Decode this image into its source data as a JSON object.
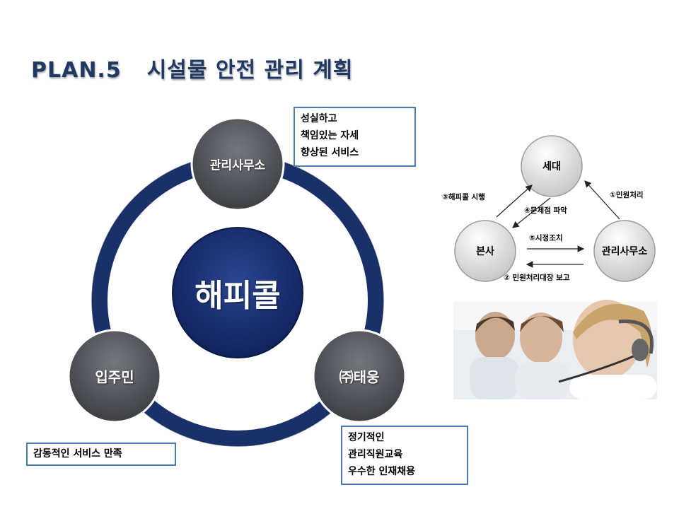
{
  "title": {
    "plan": "PLAN.5",
    "text": "시설물 안전 관리 계획"
  },
  "cycle": {
    "center": "해피콜",
    "nodes": {
      "top": "관리사무소",
      "left": "입주민",
      "right": "㈜태웅"
    }
  },
  "boxes": {
    "top": [
      "성실하고",
      "책임있는 자세",
      "향상된 서비스"
    ],
    "left": [
      "감동적인 서비스 만족"
    ],
    "right": [
      "정기적인",
      "관리직원교육",
      "우수한 인재채용"
    ]
  },
  "flow": {
    "nodes": {
      "top": "세대",
      "left": "본사",
      "right": "관리사무소"
    },
    "steps": {
      "s1": "①민원처리",
      "s2": "② 민원처리대장 보고",
      "s3": "③해피콜 시행",
      "s4": "④문제점 파악",
      "s5": "⑤시정조치"
    }
  },
  "colors": {
    "ring": "#1a3068",
    "center": "#14276a",
    "node": "#4d4f56",
    "title": "#1f3864",
    "box_border": "#4a7ab0"
  }
}
